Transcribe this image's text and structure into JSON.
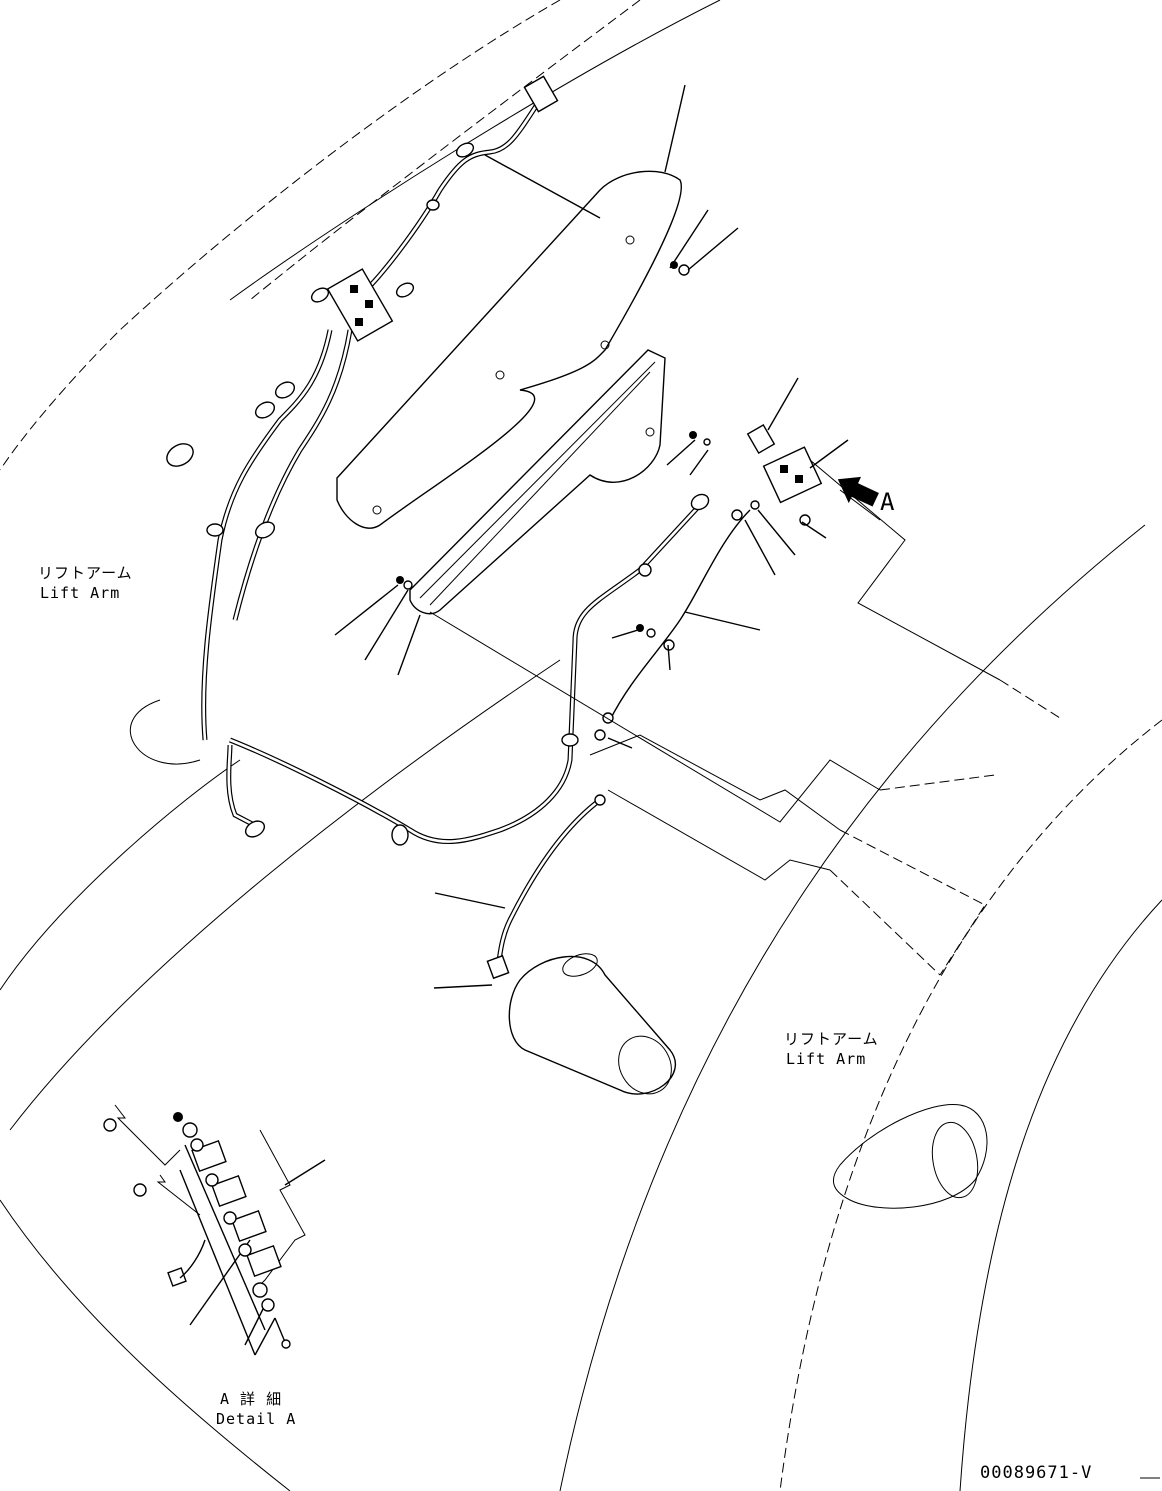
{
  "labels": {
    "lift_arm_left_jp": "リフトアーム",
    "lift_arm_left_en": "Lift Arm",
    "lift_arm_right_jp": "リフトアーム",
    "lift_arm_right_en": "Lift Arm",
    "view_marker": "A",
    "detail_jp": "A 詳 細",
    "detail_en": "Detail A",
    "drawing_number": "00089671-V"
  }
}
